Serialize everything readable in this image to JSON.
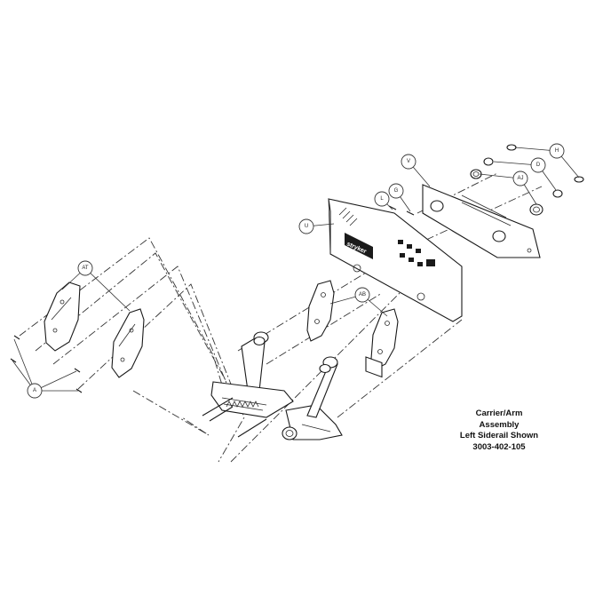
{
  "caption": {
    "line1": "Carrier/Arm",
    "line2": "Assembly",
    "line3": "Left Siderail Shown",
    "line4": "3003-402-105"
  },
  "callouts": {
    "A": "A",
    "AT": "AT",
    "AB": "AB",
    "U": "U",
    "V": "V",
    "L": "L",
    "G": "G",
    "H": "H",
    "D": "D",
    "AJ": "AJ"
  },
  "decal_text": "stryker",
  "colors": {
    "line": "#1a1a1a",
    "background": "#ffffff"
  }
}
